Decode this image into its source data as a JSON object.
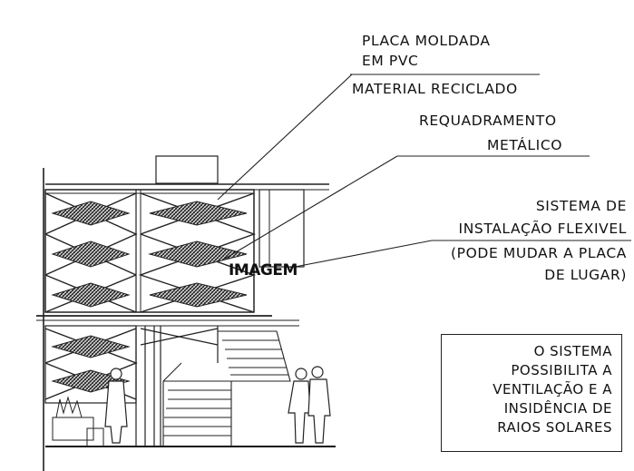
{
  "labels": {
    "placa_line1": "PLACA MOLDADA",
    "placa_line2": "EM PVC",
    "material": "MATERIAL RECICLADO",
    "requadramento_line1": "REQUADRAMENTO",
    "requadramento_line2": "METÁLICO",
    "sistema_line1": "SISTEMA DE",
    "sistema_line2": "INSTALAÇÃO FLEXIVEL",
    "sistema_line3": "(PODE MUDAR A PLACA",
    "sistema_line4": "DE LUGAR)",
    "imagem": "IMAGEM"
  },
  "note_box": {
    "line1": "O SISTEMA",
    "line2": "POSSIBILITA A",
    "line3": "VENTILAÇÃO E A",
    "line4": "INSIDÊNCIA DE",
    "line5": "RAIOS SOLARES"
  },
  "colors": {
    "line": "#222222",
    "hatch": "#333333",
    "background": "#ffffff"
  }
}
